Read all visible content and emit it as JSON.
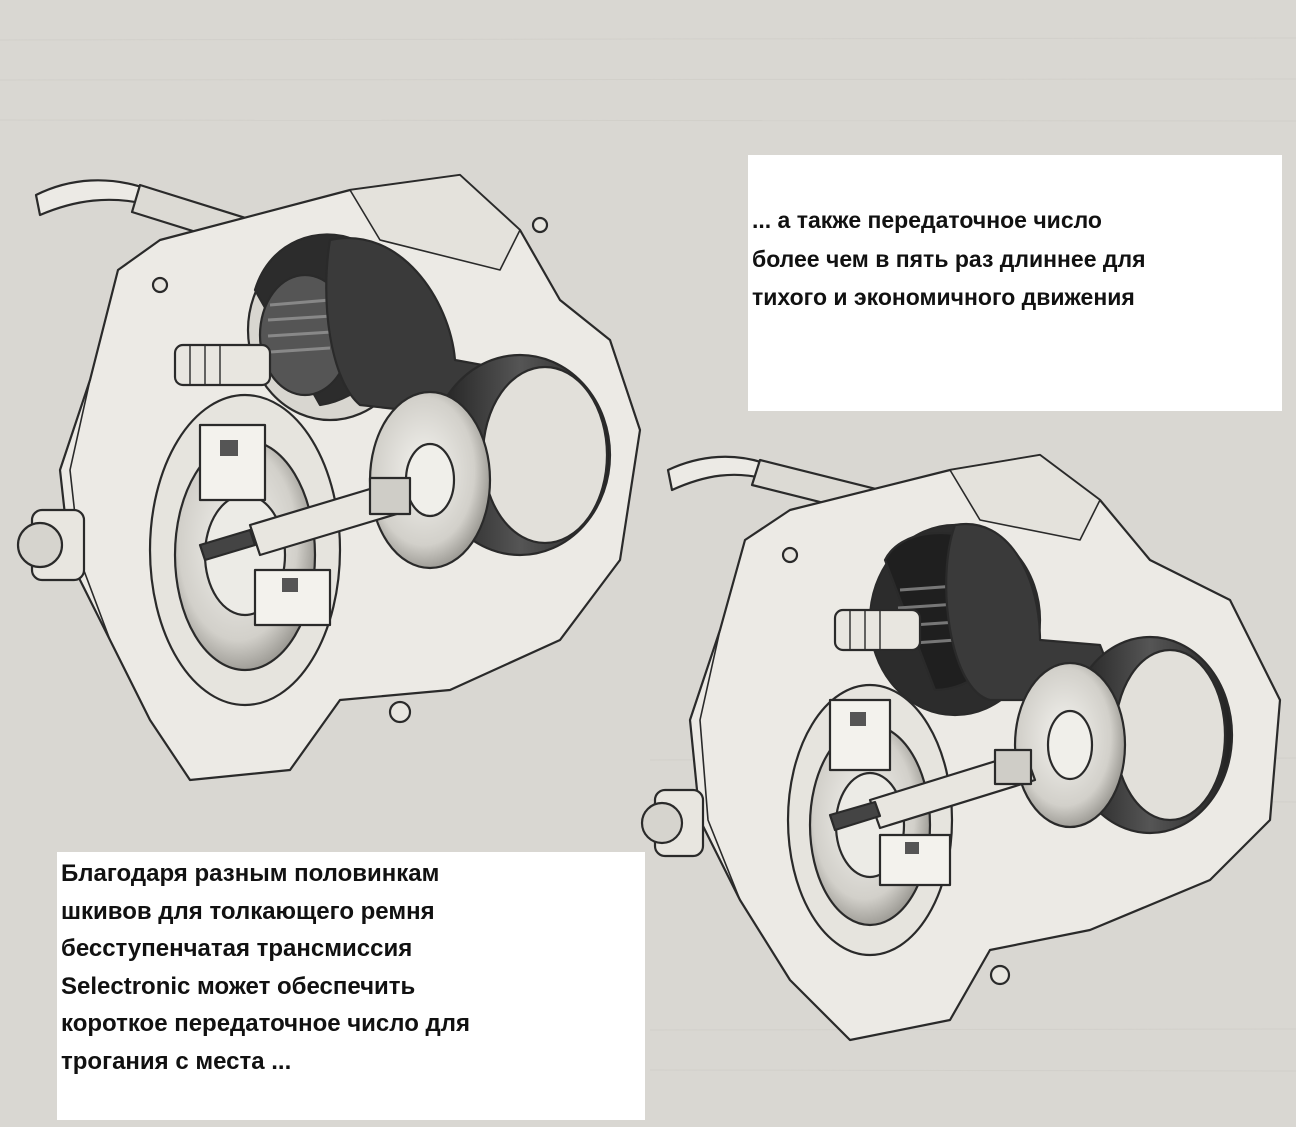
{
  "captions": {
    "top": {
      "lines": [
        "... а также передаточное число",
        "более чем в пять раз длиннее для",
        "тихого и экономичного движения"
      ]
    },
    "bottom": {
      "lines": [
        "Благодаря разным половинкам",
        "шкивов для толкающего ремня",
        "бесступенчатая трансмиссия",
        "Selectronic может обеспечить",
        "короткое передаточное число для",
        "трогания с места ..."
      ]
    }
  },
  "colors": {
    "paper": "#d9d7d2",
    "ink": "#2a2a2a",
    "housing": "#eceae5",
    "belt": "#3a3a3a",
    "caption_bg": "#ffffff"
  }
}
